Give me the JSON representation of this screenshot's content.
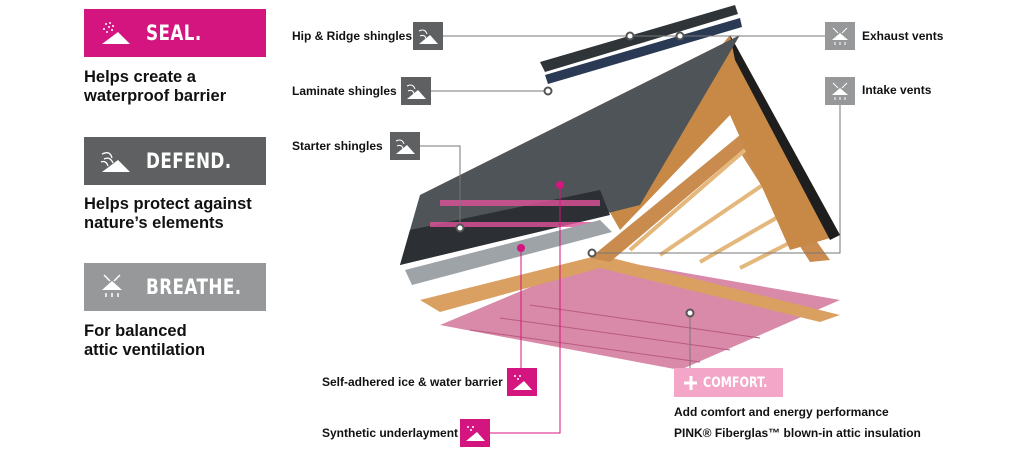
{
  "benefits": [
    {
      "title": "SEAL.",
      "desc1": "Helps create a",
      "desc2": "waterproof barrier",
      "color": "#d4157f",
      "icon": "rain-roof-icon"
    },
    {
      "title": "DEFEND.",
      "desc1": "Helps protect against",
      "desc2": "nature’s elements",
      "color": "#5f6062",
      "icon": "wind-roof-icon"
    },
    {
      "title": "BREATHE.",
      "desc1": "For balanced",
      "desc2": "attic ventilation",
      "color": "#979899",
      "icon": "vent-roof-icon"
    }
  ],
  "components": {
    "hip_ridge": "Hip & Ridge shingles",
    "laminate": "Laminate shingles",
    "starter": "Starter shingles",
    "exhaust": "Exhaust vents",
    "intake": "Intake vents",
    "ice_water": "Self-adhered ice & water barrier",
    "underlayment": "Synthetic underlayment"
  },
  "comfort": {
    "title": "COMFORT.",
    "line1": "Add comfort and energy performance",
    "line2": "PINK® Fiberglas™ blown-in attic insulation",
    "color": "#f4a6c8"
  }
}
